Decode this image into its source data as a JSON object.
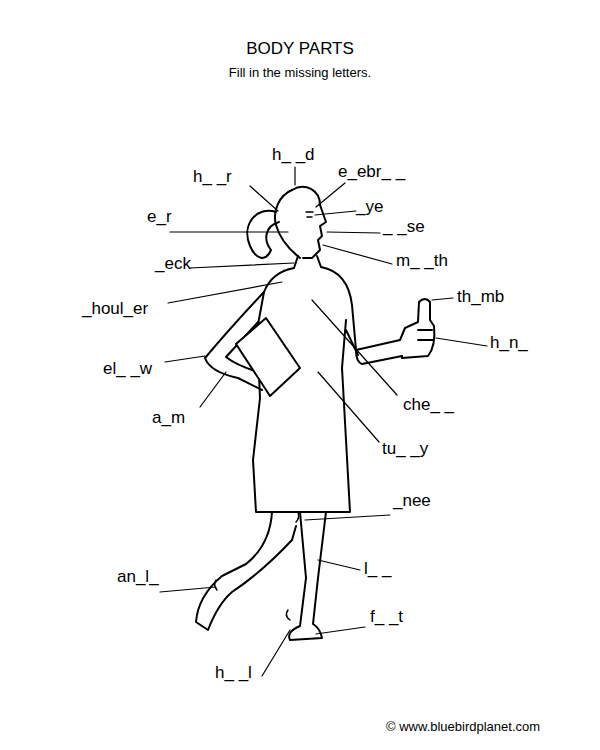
{
  "diagram": {
    "title": "BODY PARTS",
    "labels": [
      "Fill in the missing letters.",
      "h_ _d",
      "h_ _r",
      "e_ebr_ _",
      "_ye",
      "e_r",
      "_ _se",
      "_eck",
      "m_ _th",
      "th_mb",
      "_houl_er",
      "h_n_",
      "el_ _w",
      "che_ _",
      "a_m",
      "tu_ _y",
      "_nee",
      "l_ _",
      "an_l_",
      "f_ _t",
      "h_ _l",
      "© www.bluebirdplanet.com"
    ]
  }
}
